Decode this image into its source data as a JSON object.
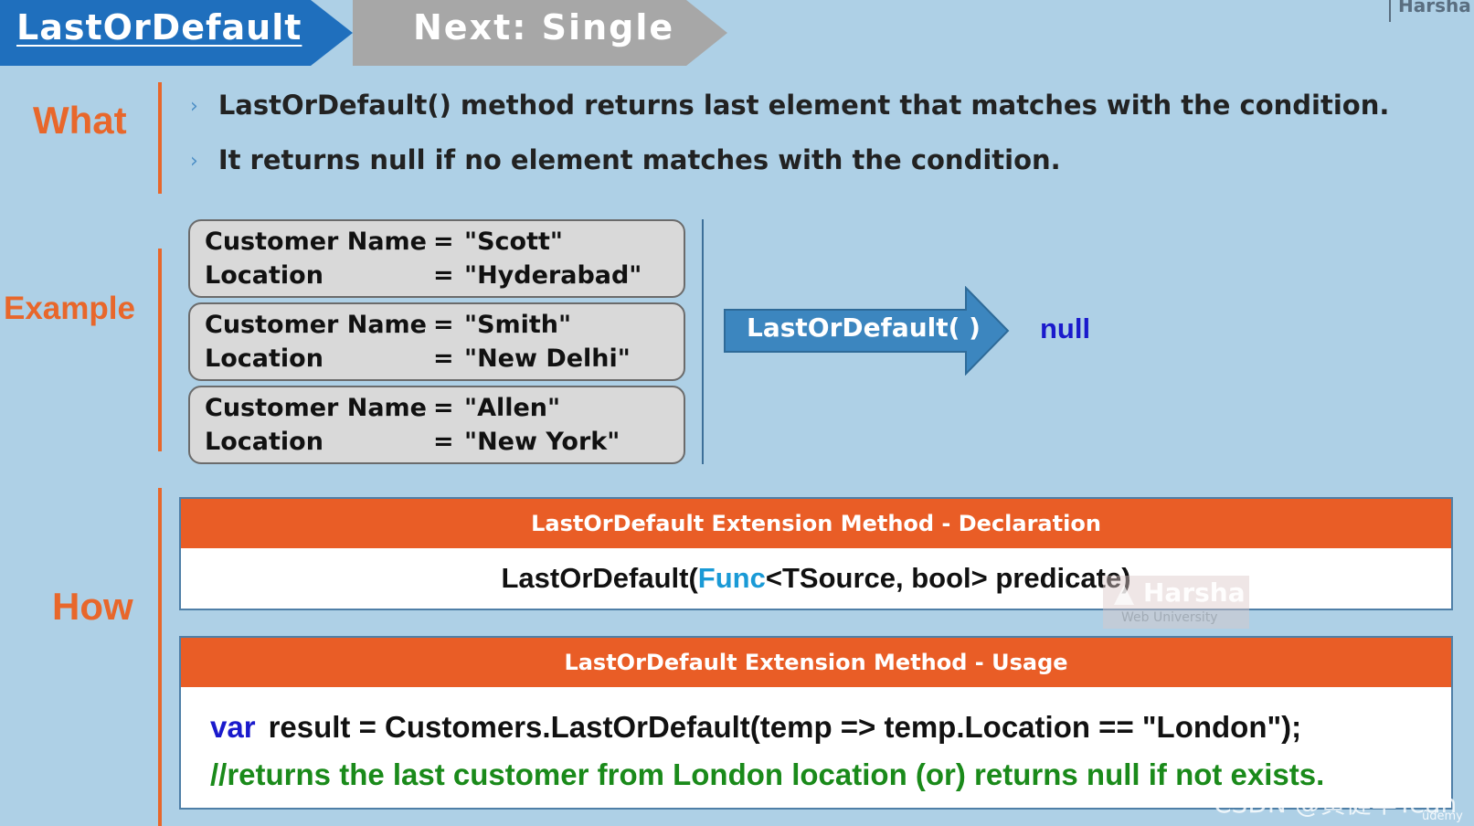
{
  "tabs": {
    "current": "LastOrDefault",
    "next": "Next: Single"
  },
  "brand_top": "Harsha",
  "sections": {
    "what": "What",
    "example": "Example",
    "how": "How"
  },
  "what": {
    "bullets": [
      "LastOrDefault() method returns last element that matches with the condition.",
      "It returns null if no element matches with the condition."
    ]
  },
  "example": {
    "customers": [
      {
        "name_key": "Customer Name",
        "name_value": "\"Scott\"",
        "loc_key": "Location",
        "loc_value": "\"Hyderabad\""
      },
      {
        "name_key": "Customer Name",
        "name_value": "\"Smith\"",
        "loc_key": "Location",
        "loc_value": "\"New Delhi\""
      },
      {
        "name_key": "Customer Name",
        "name_value": "\"Allen\"",
        "loc_key": "Location",
        "loc_value": "\"New York\""
      }
    ],
    "equals": "=",
    "arrow_label": "LastOrDefault( )",
    "result": "null"
  },
  "how": {
    "declaration": {
      "header": "LastOrDefault Extension Method - Declaration",
      "prefix": "LastOrDefault(",
      "func": "Func",
      "suffix": "<TSource, bool>  predicate)"
    },
    "usage": {
      "header": "LastOrDefault Extension Method - Usage",
      "keyword": "var",
      "code": "result = Customers.LastOrDefault(temp => temp.Location == \"London\");",
      "comment": "//returns the last customer from London location (or) returns null if not exists."
    }
  },
  "watermarks": {
    "harsha_title": "Harsha",
    "harsha_sub": "Web University",
    "csdn": "CSDN @黄健华Yeah",
    "udemy": "ûdemy"
  },
  "colors": {
    "background": "#aed0e6",
    "accent_orange": "#e8672b",
    "tab_blue": "#1f6fbd",
    "tab_gray": "#a7a7a7",
    "arrow_blue": "#3c86bf",
    "keyword_blue": "#1a1acc",
    "func_cyan": "#1a9ad6",
    "comment_green": "#1a8a1a"
  }
}
